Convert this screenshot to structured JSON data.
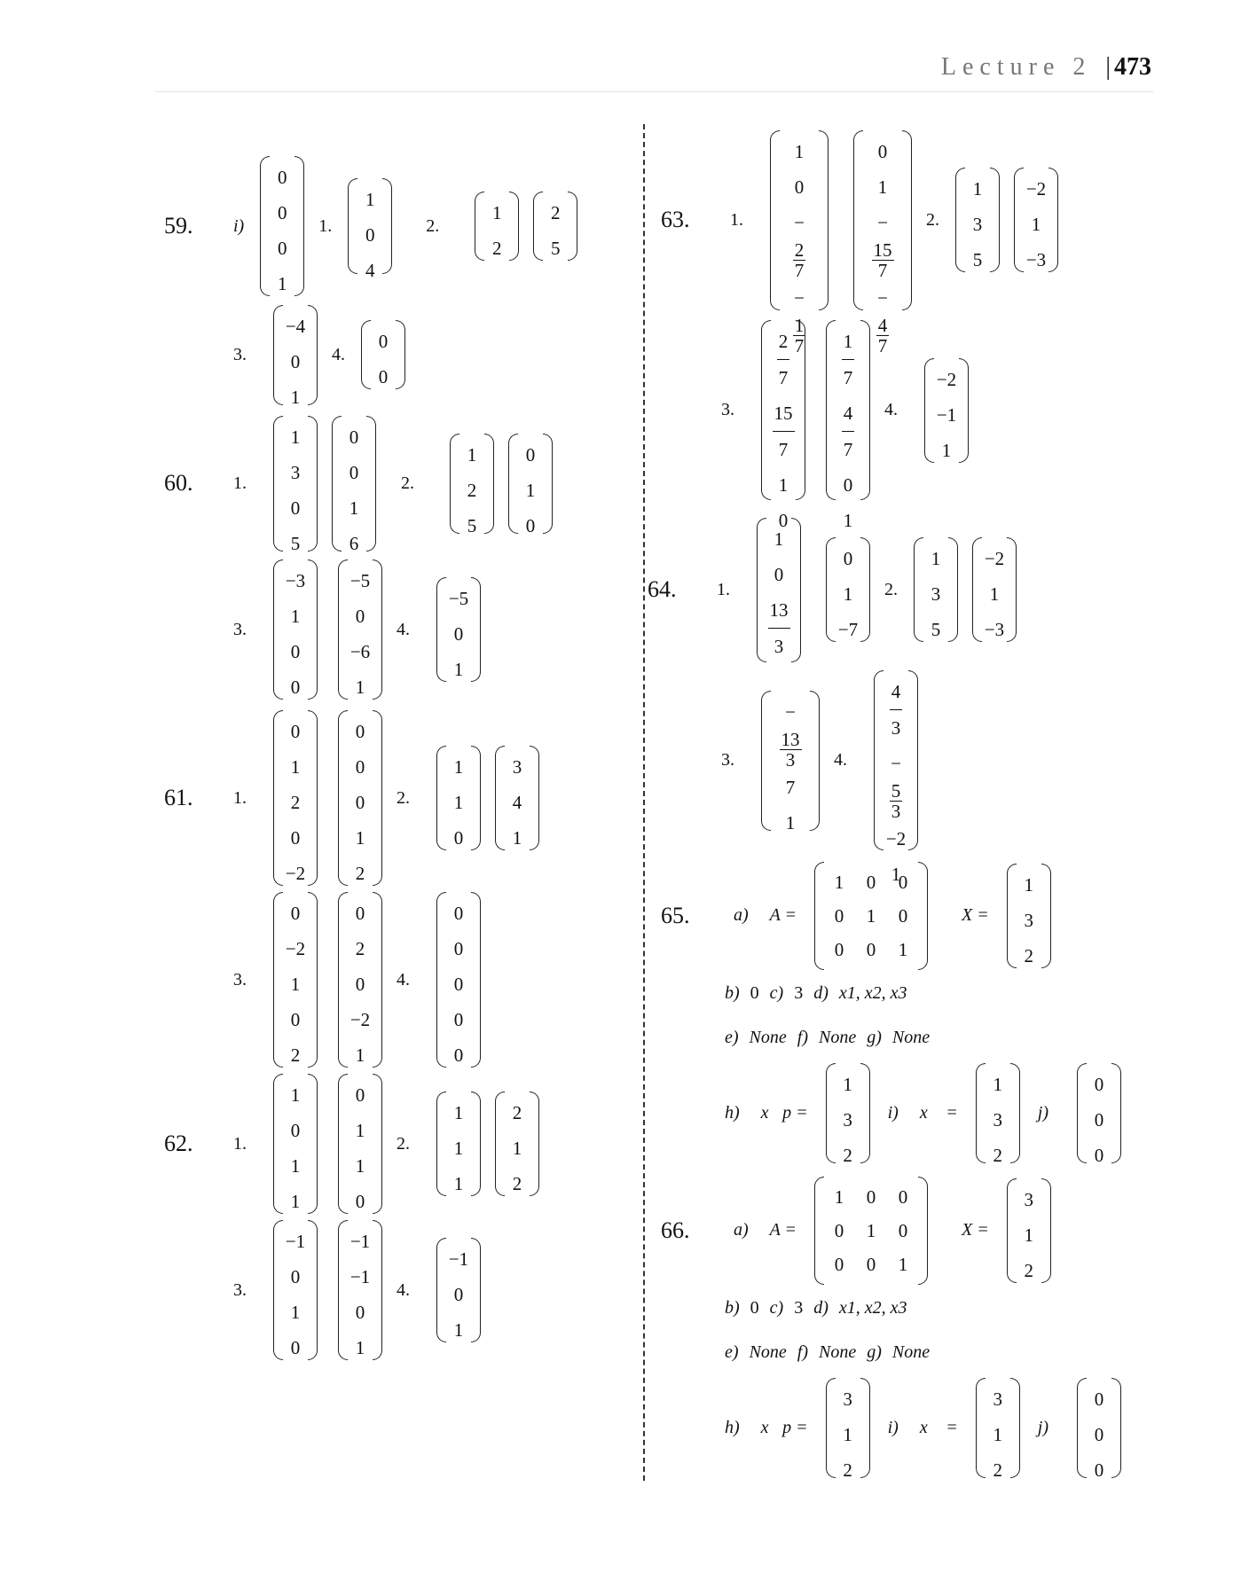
{
  "header": {
    "lecture": "Lecture 2",
    "separator": "|",
    "page": "473"
  },
  "p59": {
    "num": "59.",
    "sub_i": "i)",
    "l1": "1.",
    "l2": "2.",
    "l3": "3.",
    "l4": "4.",
    "v0": [
      "0",
      "0",
      "0",
      "1"
    ],
    "v1": [
      "1",
      "0",
      "4"
    ],
    "v2a": [
      "1",
      "2"
    ],
    "v2b": [
      "2",
      "5"
    ],
    "v3": [
      "−4",
      "0",
      "1"
    ],
    "v4": [
      "0",
      "0"
    ]
  },
  "p60": {
    "num": "60.",
    "l1": "1.",
    "l2": "2.",
    "l3": "3.",
    "l4": "4.",
    "v1a": [
      "1",
      "3",
      "0",
      "5"
    ],
    "v1b": [
      "0",
      "0",
      "1",
      "6"
    ],
    "v2a": [
      "1",
      "2",
      "5"
    ],
    "v2b": [
      "0",
      "1",
      "0"
    ],
    "v3a": [
      "−3",
      "1",
      "0",
      "0"
    ],
    "v3b": [
      "−5",
      "0",
      "−6",
      "1"
    ],
    "v4": [
      "−5",
      "0",
      "1"
    ]
  },
  "p61": {
    "num": "61.",
    "l1": "1.",
    "l2": "2.",
    "l3": "3.",
    "l4": "4.",
    "v1a": [
      "0",
      "1",
      "2",
      "0",
      "−2"
    ],
    "v1b": [
      "0",
      "0",
      "0",
      "1",
      "2"
    ],
    "v2a": [
      "1",
      "1",
      "0"
    ],
    "v2b": [
      "3",
      "4",
      "1"
    ],
    "v3a": [
      "0",
      "−2",
      "1",
      "0",
      "2"
    ],
    "v3b": [
      "0",
      "2",
      "0",
      "−2",
      "1"
    ],
    "v4": [
      "0",
      "0",
      "0",
      "0",
      "0"
    ]
  },
  "p62": {
    "num": "62.",
    "l1": "1.",
    "l2": "2.",
    "l3": "3.",
    "l4": "4.",
    "v1a": [
      "1",
      "0",
      "1",
      "1"
    ],
    "v1b": [
      "0",
      "1",
      "1",
      "0"
    ],
    "v2a": [
      "1",
      "1",
      "1"
    ],
    "v2b": [
      "2",
      "1",
      "2"
    ],
    "v3a": [
      "−1",
      "0",
      "1",
      "0"
    ],
    "v3b": [
      "−1",
      "−1",
      "0",
      "1"
    ],
    "v4": [
      "−1",
      "0",
      "1"
    ]
  },
  "p63": {
    "num": "63.",
    "l1": "1.",
    "l2": "2.",
    "l3": "3.",
    "l4": "4.",
    "v1a": [
      "1",
      "0",
      "2",
      "7",
      "1",
      "7"
    ],
    "v1b": [
      "0",
      "1",
      "15",
      "7",
      "4",
      "7"
    ],
    "v2a": [
      "1",
      "3",
      "5"
    ],
    "v2b": [
      "−2",
      "1",
      "−3"
    ],
    "v3a": [
      "2",
      "7",
      "15",
      "7",
      "1",
      "0"
    ],
    "v3b": [
      "1",
      "7",
      "4",
      "7",
      "0",
      "1"
    ],
    "v4": [
      "−2",
      "−1",
      "1"
    ]
  },
  "p64": {
    "num": "64.",
    "l1": "1.",
    "l2": "2.",
    "l3": "3.",
    "l4": "4.",
    "v1a": [
      "1",
      "0",
      "13",
      "3"
    ],
    "v1b": [
      "0",
      "1",
      "−7"
    ],
    "v2a": [
      "1",
      "3",
      "5"
    ],
    "v2b": [
      "−2",
      "1",
      "−3"
    ],
    "v3": [
      "13",
      "3",
      "7",
      "1"
    ],
    "v4": [
      "4",
      "3",
      "5",
      "3",
      "−2",
      "1"
    ]
  },
  "p65": {
    "num": "65.",
    "a": "a)",
    "Aeq": "A =",
    "Xeq": "X =",
    "I": [
      "1",
      "0",
      "0",
      "0",
      "1",
      "0",
      "0",
      "0",
      "1"
    ],
    "X": [
      "1",
      "3",
      "2"
    ],
    "b": "b)",
    "bv": "0",
    "c": "c)",
    "cv": "3",
    "d": "d)",
    "dv": "x1, x2, x3",
    "e": "e)",
    "ev": "None",
    "f": "f)",
    "fv": "None",
    "g": "g)",
    "gv": "None",
    "h": "h)",
    "xp": "x⃗p =",
    "i": "i)",
    "xeq": "x⃗ =",
    "j": "j)",
    "hv": [
      "1",
      "3",
      "2"
    ],
    "iv": [
      "1",
      "3",
      "2"
    ],
    "jv": [
      "0",
      "0",
      "0"
    ]
  },
  "p66": {
    "num": "66.",
    "a": "a)",
    "Aeq": "A =",
    "Xeq": "X =",
    "I": [
      "1",
      "0",
      "0",
      "0",
      "1",
      "0",
      "0",
      "0",
      "1"
    ],
    "X": [
      "3",
      "1",
      "2"
    ],
    "b": "b)",
    "bv": "0",
    "c": "c)",
    "cv": "3",
    "d": "d)",
    "dv": "x1, x2, x3",
    "e": "e)",
    "ev": "None",
    "f": "f)",
    "fv": "None",
    "g": "g)",
    "gv": "None",
    "h": "h)",
    "xp": "x⃗p =",
    "i": "i)",
    "xeq": "x⃗ =",
    "j": "j)",
    "hv": [
      "3",
      "1",
      "2"
    ],
    "iv": [
      "3",
      "1",
      "2"
    ],
    "jv": [
      "0",
      "0",
      "0"
    ]
  }
}
